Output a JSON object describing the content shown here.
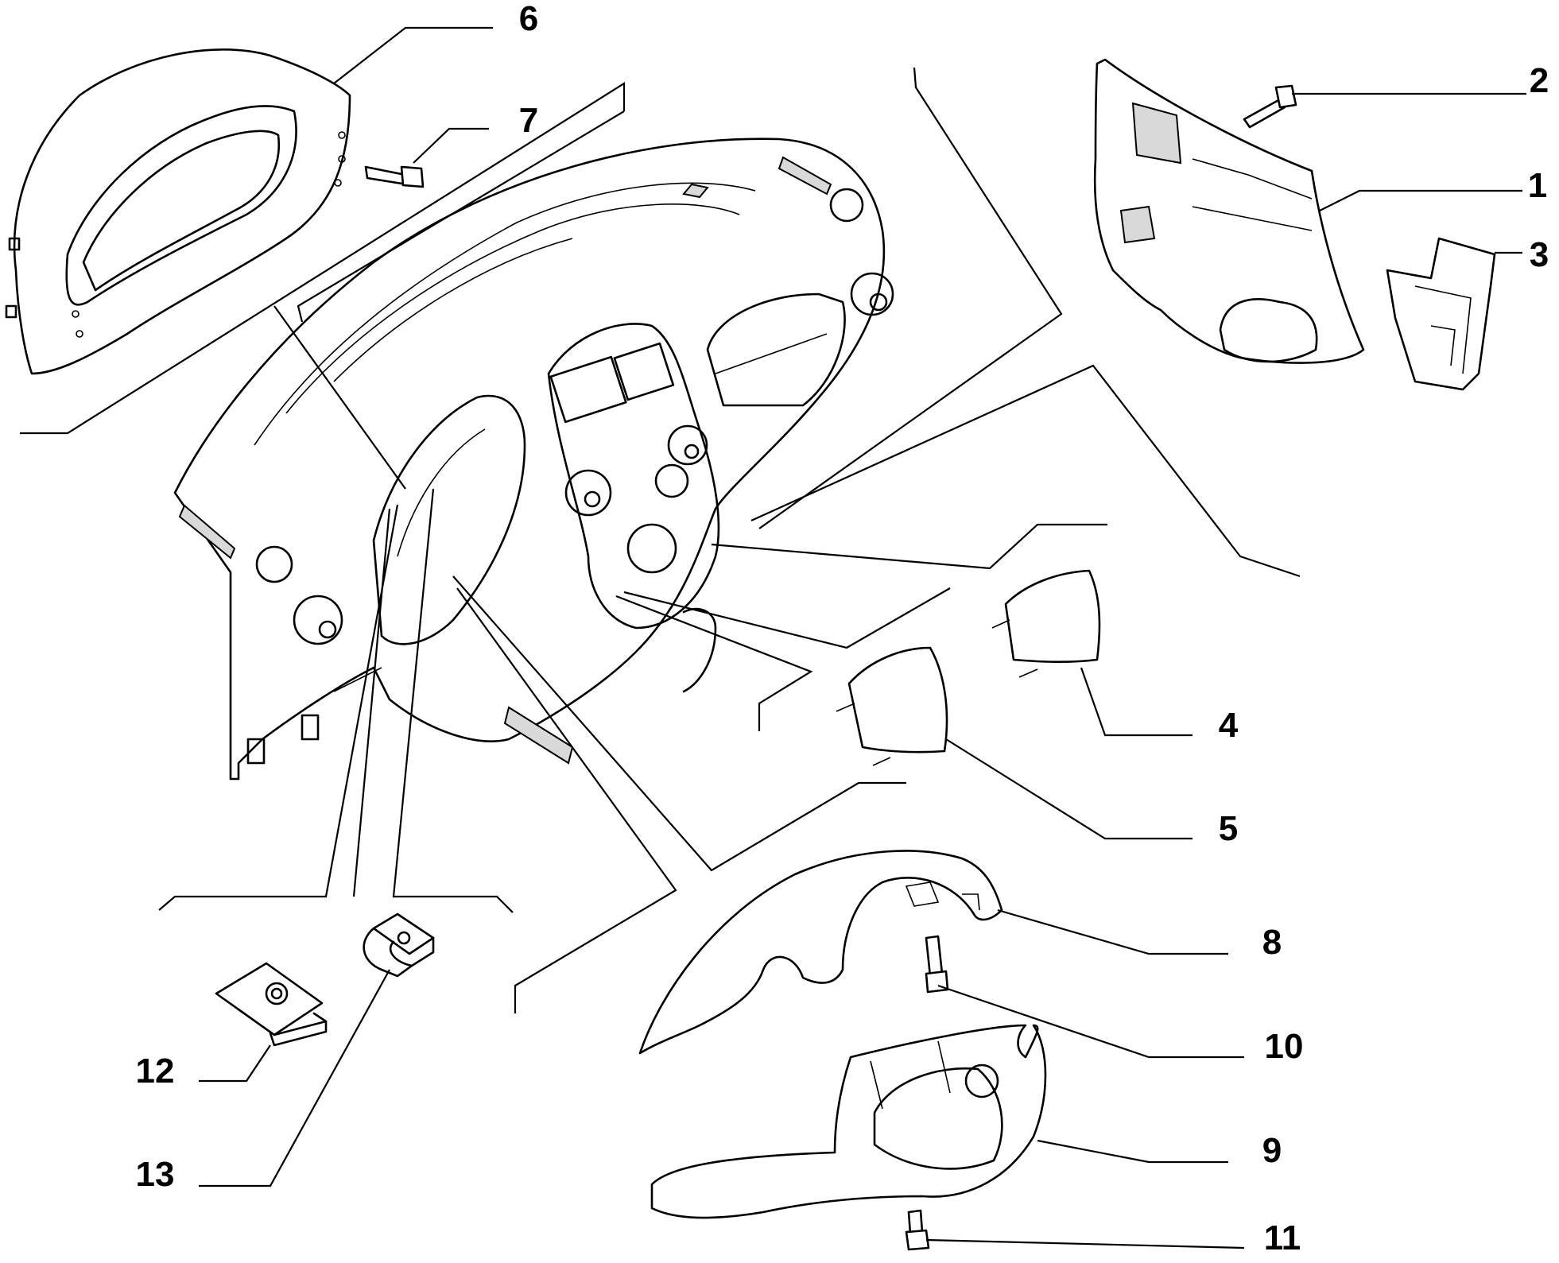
{
  "diagram": {
    "callouts": [
      {
        "key": "c1",
        "label": "1"
      },
      {
        "key": "c2",
        "label": "2"
      },
      {
        "key": "c3",
        "label": "3"
      },
      {
        "key": "c4",
        "label": "4"
      },
      {
        "key": "c5",
        "label": "5"
      },
      {
        "key": "c6",
        "label": "6"
      },
      {
        "key": "c7",
        "label": "7"
      },
      {
        "key": "c8",
        "label": "8"
      },
      {
        "key": "c9",
        "label": "9"
      },
      {
        "key": "c10",
        "label": "10"
      },
      {
        "key": "c11",
        "label": "11"
      },
      {
        "key": "c12",
        "label": "12"
      },
      {
        "key": "c13",
        "label": "13"
      }
    ]
  }
}
